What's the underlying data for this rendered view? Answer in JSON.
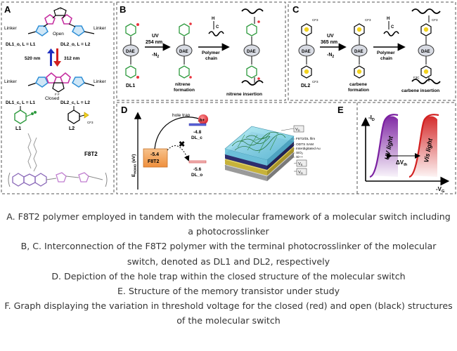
{
  "panels": {
    "a": {
      "label": "A",
      "linker": "Linker",
      "open": "Open",
      "closed": "Closed",
      "dl1_open": "DL1_o, L = L1",
      "dl2_open": "DL2_o, L = L2",
      "dl1_closed": "DL1_c, L = L1",
      "dl2_closed": "DL2_c, L = L2",
      "wl_visible": "520 nm",
      "wl_uv": "312 nm",
      "l1": "L1",
      "l2": "L2",
      "polymer": "F8T2"
    },
    "b": {
      "label": "B",
      "dae": "DAE",
      "uv_label": "UV",
      "uv_wavelength": "254 nm",
      "byproduct": "-N",
      "byproduct_sub": "2",
      "polymer_chain_1": "Polymer",
      "polymer_chain_2": "chain",
      "molecule": "DL1",
      "intermediate_1": "nitrene",
      "intermediate_2": "formation",
      "product": "nitrene insertion"
    },
    "c": {
      "label": "C",
      "dae": "DAE",
      "uv_label": "UV",
      "uv_wavelength": "365 nm",
      "byproduct": "-N",
      "byproduct_sub": "2",
      "polymer_chain_1": "Polymer",
      "polymer_chain_2": "chain",
      "molecule": "DL2",
      "intermediate_1": "carbene",
      "intermediate_2": "formation",
      "product": "carbene insertion"
    },
    "d": {
      "label": "D",
      "hole_trap": "hole trap",
      "axis": "E",
      "axis_sub": "HOMO",
      "axis_unit": " (eV)",
      "f8t2_level": "-5.4",
      "f8t2_name": "F8T2",
      "closed_level": "-4.8",
      "closed_name": "DL_c",
      "open_level": "-5.6",
      "open_name": "DL_o",
      "hole": "h+",
      "vd": "V",
      "vd_sub": "D",
      "vs": "V",
      "vs_sub": "S",
      "vg": "V",
      "vg_sub": "G",
      "layers": [
        "F8T2/DL film",
        "ODTS SAM",
        "Interdigitated Au",
        "SiO",
        "Si++"
      ],
      "sio2_sub": "2"
    },
    "e": {
      "label": "E",
      "y_axis": "-I",
      "y_axis_sub": "D",
      "x_axis": "-V",
      "x_axis_sub": "G",
      "uv_light": "UV light",
      "vis_light": "Vis light",
      "delta_vth": "ΔV",
      "delta_vth_sub": "th"
    }
  },
  "colors": {
    "dae_fill": "#d8dbe3",
    "switch_core": "#c52ea0",
    "linker_blue": "#2f8fd6",
    "azide_green": "#2e9a3e",
    "nitrogen_red": "#e8323c",
    "fluorine_green": "#22aa44",
    "diazirine_yellow": "#f2d21e",
    "uv_curve": "#7a1fa0",
    "vis_curve": "#d22020",
    "f8t2_box": "#f2a15a",
    "closed_level": "#5b62d8",
    "open_level": "#d86060",
    "film_teal": "#7fd4e6"
  },
  "caption": [
    "A. F8T2 polymer employed in tandem with the molecular framework of a molecular switch including a photocrosslinker",
    "B, C. Interconnection of the F8T2 polymer with the terminal photocrosslinker of the molecular switch, denoted as DL1 and DL2, respectively",
    "D. Depiction of the hole trap within the closed structure of the molecular switch",
    "E. Structure of the memory transistor under study",
    "F. Graph displaying the variation in threshold voltage for the closed (red) and open (black) structures of the molecular switch"
  ]
}
